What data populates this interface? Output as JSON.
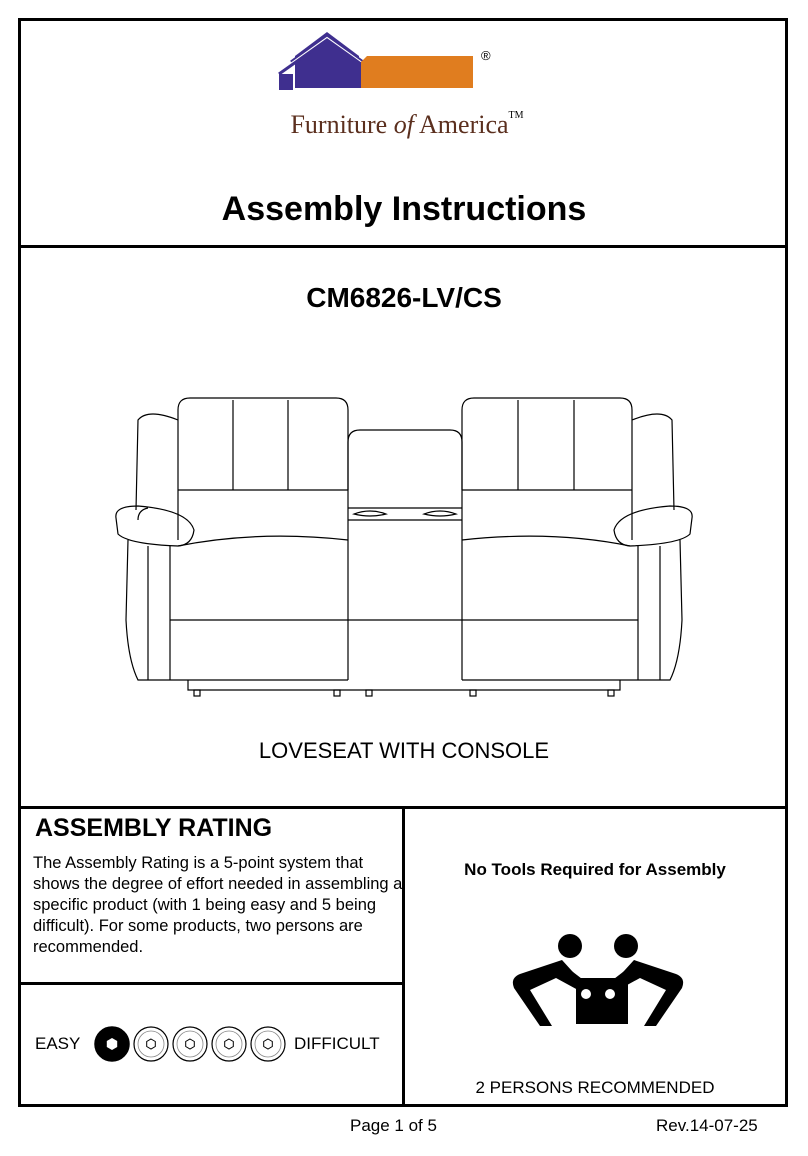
{
  "header": {
    "brand_name": "Furniture",
    "brand_of": "of",
    "brand_america": "America",
    "trademark": "TM",
    "registered": "®",
    "title": "Assembly Instructions"
  },
  "product": {
    "model": "CM6826-LV/CS",
    "caption": "LOVESEAT WITH CONSOLE"
  },
  "rating": {
    "heading": "ASSEMBLY RATING",
    "description": "The Assembly Rating is a 5-point system that shows the degree of effort needed in assembling a specific product (with 1 being easy and 5 being difficult).  For some products, two persons are recommended.",
    "easy_label": "EASY",
    "difficult_label": "DIFFICULT",
    "level": 1,
    "max": 5
  },
  "tools": {
    "note": "No Tools Required for Assembly",
    "persons": "2 PERSONS RECOMMENDED"
  },
  "footer": {
    "page": "Page 1 of 5",
    "revision": "Rev.14-07-25"
  },
  "colors": {
    "house_purple": "#3f2f8f",
    "house_orange": "#e07d1f",
    "brand_brown": "#5b2f1e"
  }
}
